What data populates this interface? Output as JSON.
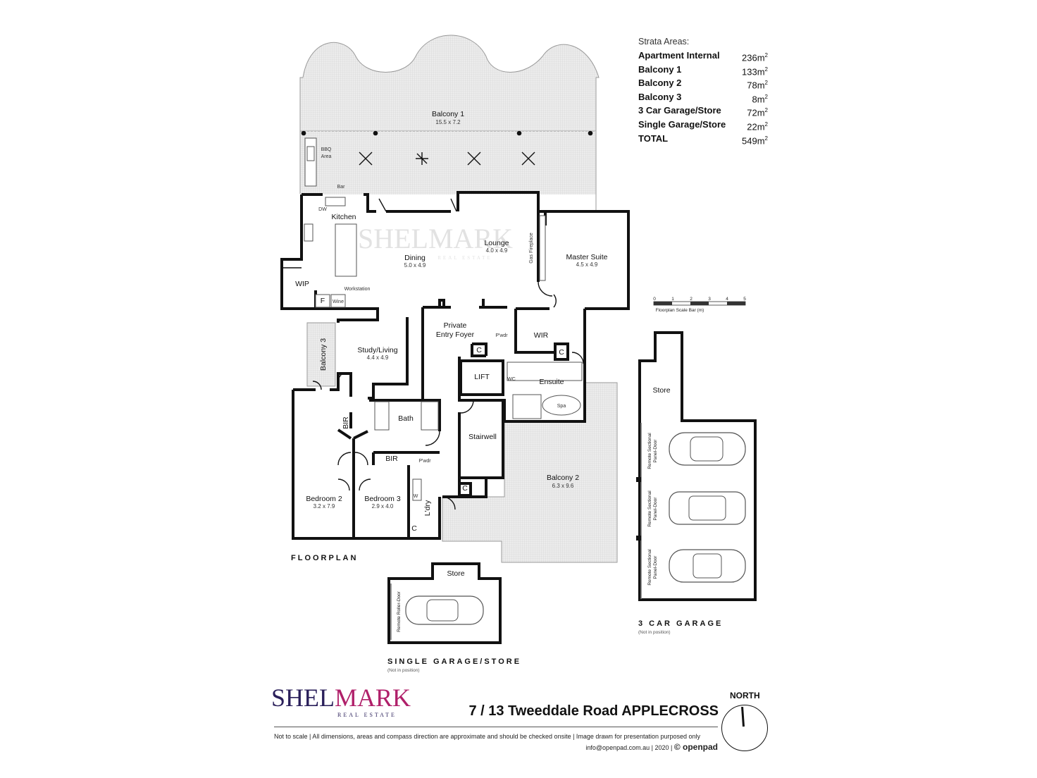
{
  "strata": {
    "title": "Strata Areas:",
    "rows": [
      {
        "name": "Apartment Internal",
        "value": "236m",
        "sup": "2"
      },
      {
        "name": "Balcony 1",
        "value": "133m",
        "sup": "2"
      },
      {
        "name": "Balcony 2",
        "value": "78m",
        "sup": "2"
      },
      {
        "name": "Balcony 3",
        "value": "8m",
        "sup": "2"
      },
      {
        "name": "3 Car Garage/Store",
        "value": "72m",
        "sup": "2"
      },
      {
        "name": "Single Garage/Store",
        "value": "22m",
        "sup": "2"
      },
      {
        "name": "TOTAL",
        "value": "549m",
        "sup": "2"
      }
    ]
  },
  "rooms": {
    "balcony1": {
      "name": "Balcony 1",
      "dim": "15.5 x 7.2"
    },
    "bbq": {
      "line1": "BBQ",
      "line2": "Area"
    },
    "bar": "Bar",
    "dw": "DW",
    "kitchen": "Kitchen",
    "dining": {
      "name": "Dining",
      "dim": "5.0 x 4.9"
    },
    "lounge": {
      "name": "Lounge",
      "dim": "4.0 x 4.9"
    },
    "gas_fireplace": "Gas Fireplace",
    "master": {
      "name": "Master Suite",
      "dim": "4.5 x 4.9"
    },
    "wip": "WIP",
    "workstation": "Workstation",
    "fridge": "F",
    "wine": "Wine",
    "foyer": {
      "line1": "Private",
      "line2": "Entry Foyer"
    },
    "pwdr1": "P'wdr",
    "wir": "WIR",
    "c": "C",
    "balcony3": "Balcony 3",
    "study": {
      "name": "Study/Living",
      "dim": "4.4 x 4.9"
    },
    "lift": "LIFT",
    "wc": "WC",
    "ensuite": "Ensuite",
    "spa": "Spa",
    "bath": "Bath",
    "bir": "BIR",
    "stairwell": "Stairwell",
    "pwdr2": "P'wdr",
    "balcony2": {
      "name": "Balcony 2",
      "dim": "6.3 x 9.6"
    },
    "w": "W",
    "ldry": "L'dry",
    "bed2": {
      "name": "Bedroom 2",
      "dim": "3.2 x 7.9"
    },
    "bed3": {
      "name": "Bedroom 3",
      "dim": "2.9 x 4.0"
    },
    "store": "Store",
    "remote_roller": "Remote Roller-Door",
    "remote_sectional": [
      "Remote Sectional",
      "Panel-Door"
    ]
  },
  "scale_bar": {
    "ticks": [
      "0",
      "1",
      "2",
      "3",
      "4",
      "5"
    ],
    "caption": "Floorplan Scale Bar (m)"
  },
  "labels": {
    "floorplan": "FLOORPLAN",
    "single_garage": "SINGLE GARAGE/STORE",
    "single_garage_note": "(Not in position)",
    "car_garage": "3 CAR GARAGE",
    "car_garage_note": "(Not in position)",
    "watermark": "SHELMARK",
    "watermark_sub": "REAL ESTATE"
  },
  "footer": {
    "brand_a": "SHEL",
    "brand_b": "MARK",
    "brand_sub": "REAL ESTATE",
    "address": "7 / 13 Tweeddale Road APPLECROSS",
    "disclaimer": "Not to scale  |  All dimensions, areas and compass direction are approximate and should be checked onsite  |  Image drawn for presentation purposed only",
    "contact": "info@openpad.com.au  |  2020  |  ",
    "openpad": "© openpad",
    "north": "NORTH"
  },
  "colors": {
    "balcony_fill": "#e6e6e6",
    "wall": "#111111",
    "brand": "#2a1f5a",
    "brand_accent": "#b0206a"
  }
}
